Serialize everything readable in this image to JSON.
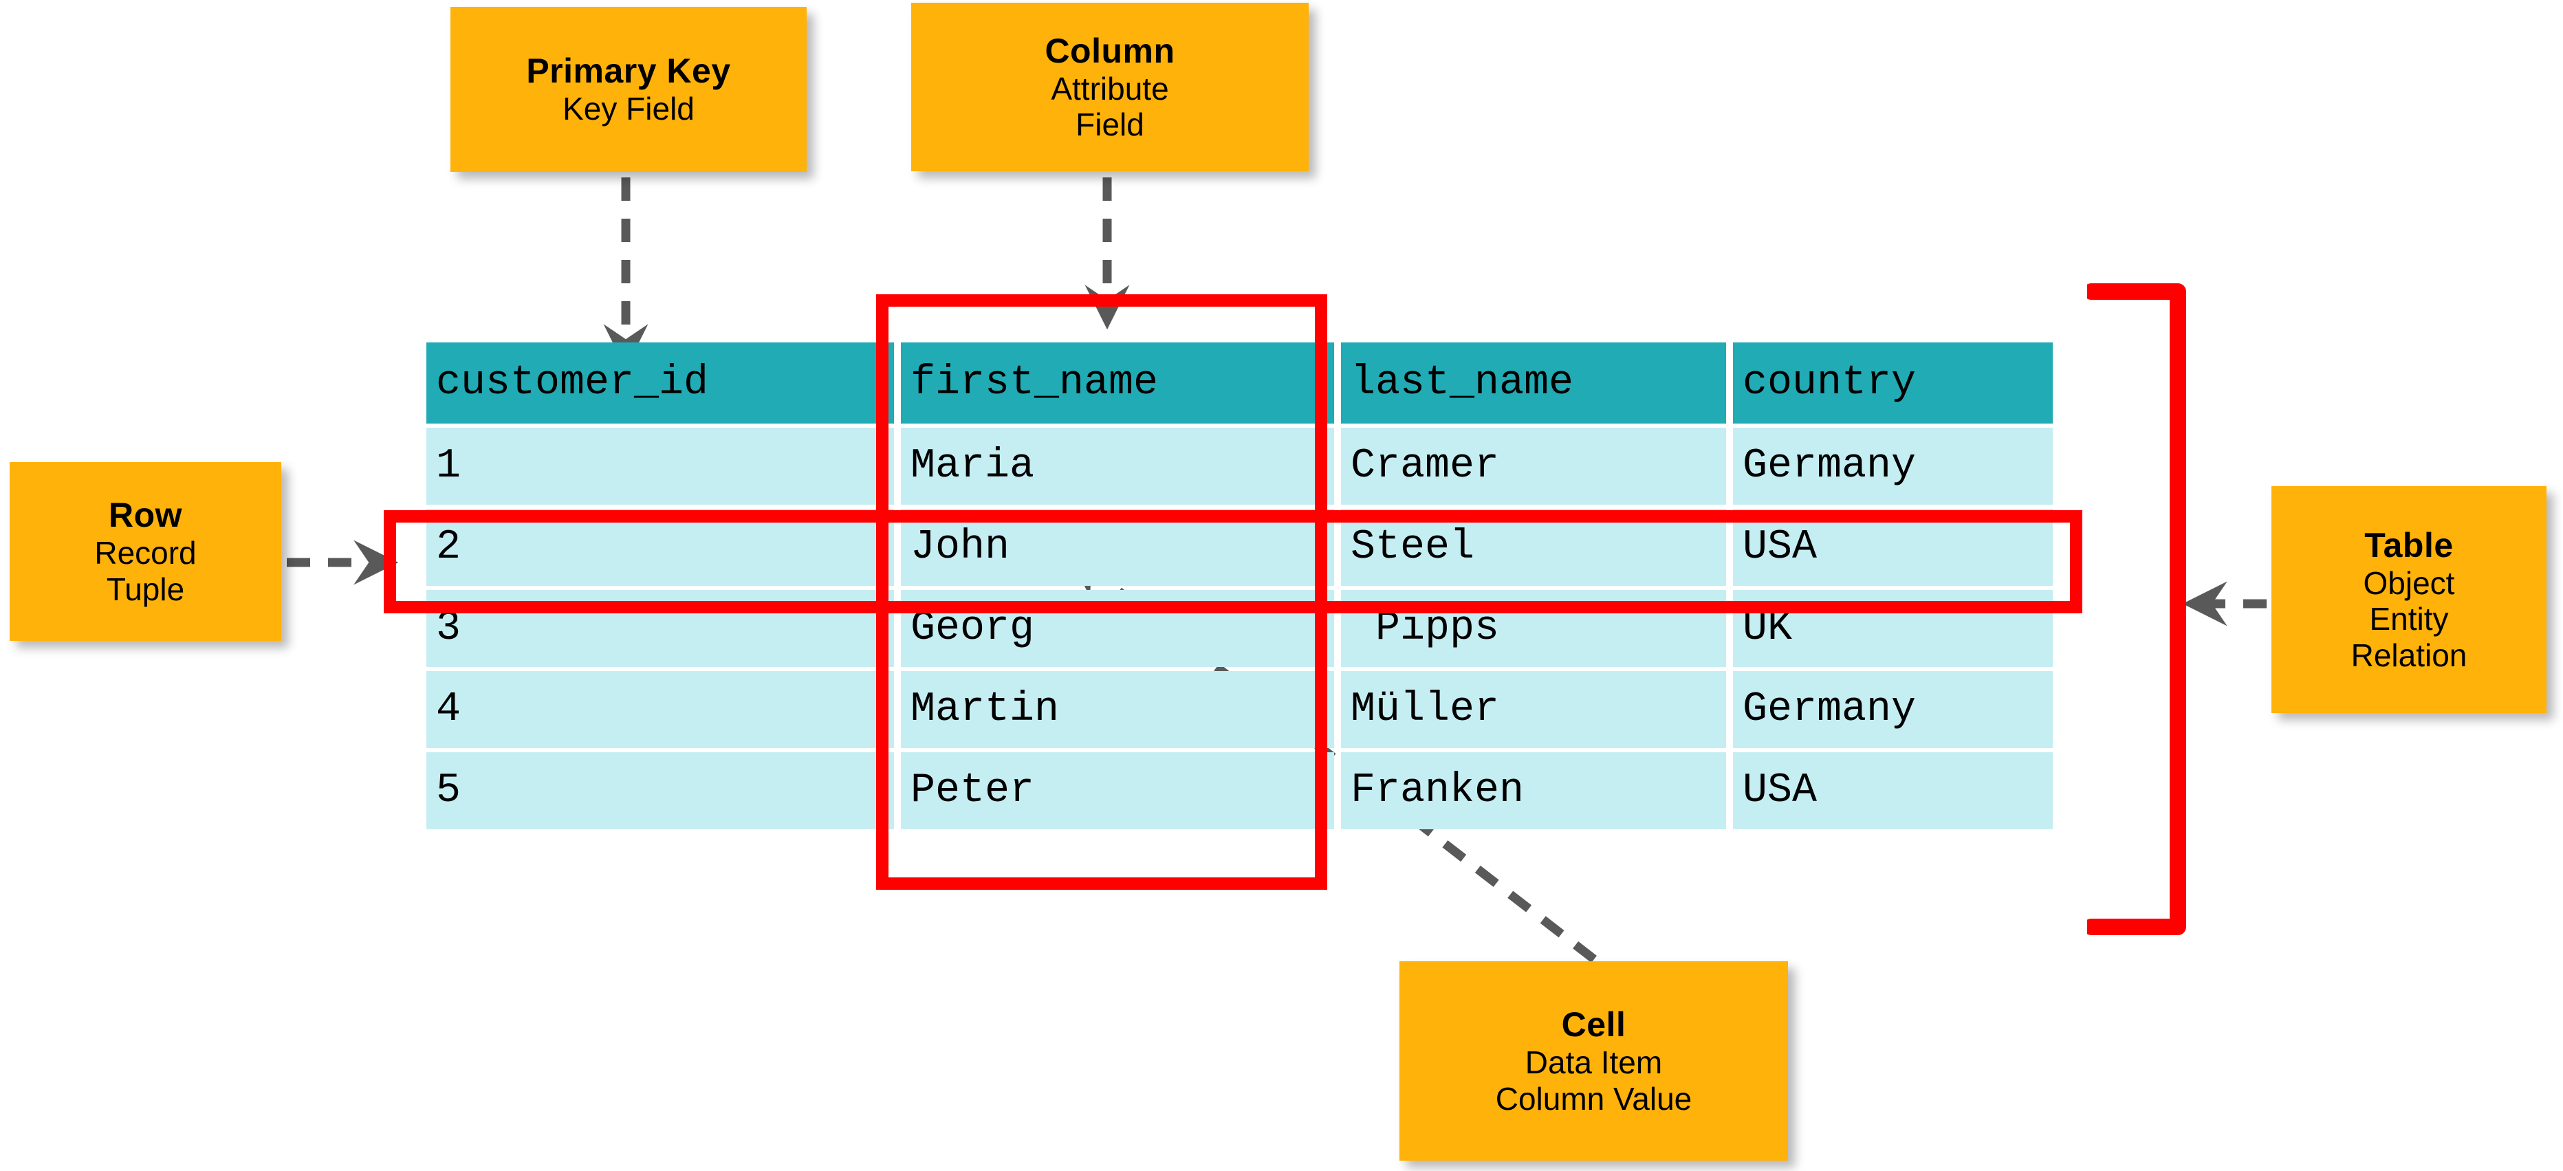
{
  "diagram": {
    "title": "Relational database table terminology",
    "colors": {
      "header_teal": "#21ABB5",
      "cell_cyan": "#C5EEF3",
      "callout_orange": "#FFB20A",
      "annotation_red": "#FF0000",
      "arrow_gray": "#595959"
    }
  },
  "callouts": {
    "primary_key": {
      "heading": "Primary Key",
      "lines": [
        "Key Field"
      ]
    },
    "column": {
      "heading": "Column",
      "lines": [
        "Attribute",
        "Field"
      ]
    },
    "row": {
      "heading": "Row",
      "lines": [
        "Record",
        "Tuple"
      ]
    },
    "table": {
      "heading": "Table",
      "lines": [
        "Object",
        "Entity",
        "Relation"
      ]
    },
    "cell": {
      "heading": "Cell",
      "lines": [
        "Data Item",
        "Column Value"
      ]
    }
  },
  "table": {
    "columns": [
      "customer_id",
      "first_name",
      "last_name",
      "country"
    ],
    "rows": [
      [
        "1",
        "Maria",
        "Cramer",
        "Germany"
      ],
      [
        "2",
        "John",
        "Steel",
        "USA"
      ],
      [
        "3",
        "Georg",
        " Pipps",
        "UK"
      ],
      [
        "4",
        "Martin",
        "Müller",
        "Germany"
      ],
      [
        "5",
        "Peter",
        "Franken",
        "USA"
      ]
    ]
  },
  "annotations": {
    "column_highlight": {
      "target": "first_name",
      "shape": "rectangle",
      "color": "#FF0000"
    },
    "row_highlight": {
      "target": "row-2",
      "shape": "rectangle",
      "color": "#FF0000"
    },
    "table_bracket": {
      "target": "whole-table",
      "shape": "bracket",
      "color": "#FF0000"
    },
    "arrows": [
      {
        "from": "primary_key",
        "to": "customer_id-header"
      },
      {
        "from": "column",
        "to": "first_name-header"
      },
      {
        "from": "row",
        "to": "row-2"
      },
      {
        "from": "table",
        "to": "table-bracket"
      },
      {
        "from": "cell",
        "to": "cell-john"
      }
    ]
  }
}
